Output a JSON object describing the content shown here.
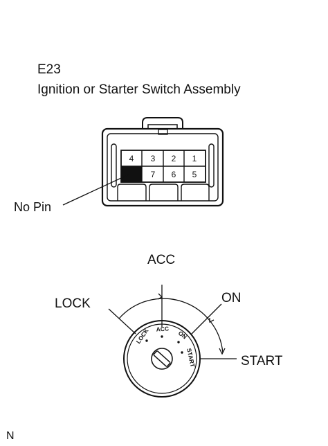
{
  "connector": {
    "code": "E23",
    "name": "Ignition or Starter Switch Assembly",
    "pins_top": [
      "4",
      "3",
      "2",
      "1"
    ],
    "pins_bottom": [
      "7",
      "6",
      "5"
    ],
    "no_pin_label": "No Pin"
  },
  "switch": {
    "label_acc": "ACC",
    "label_lock": "LOCK",
    "label_on": "ON",
    "label_start": "START",
    "face_lock": "LOCK",
    "face_acc": "ACC",
    "face_on": "ON",
    "face_start": "START"
  },
  "corner_mark": "N",
  "colors": {
    "ink": "#111111",
    "background": "#ffffff"
  }
}
